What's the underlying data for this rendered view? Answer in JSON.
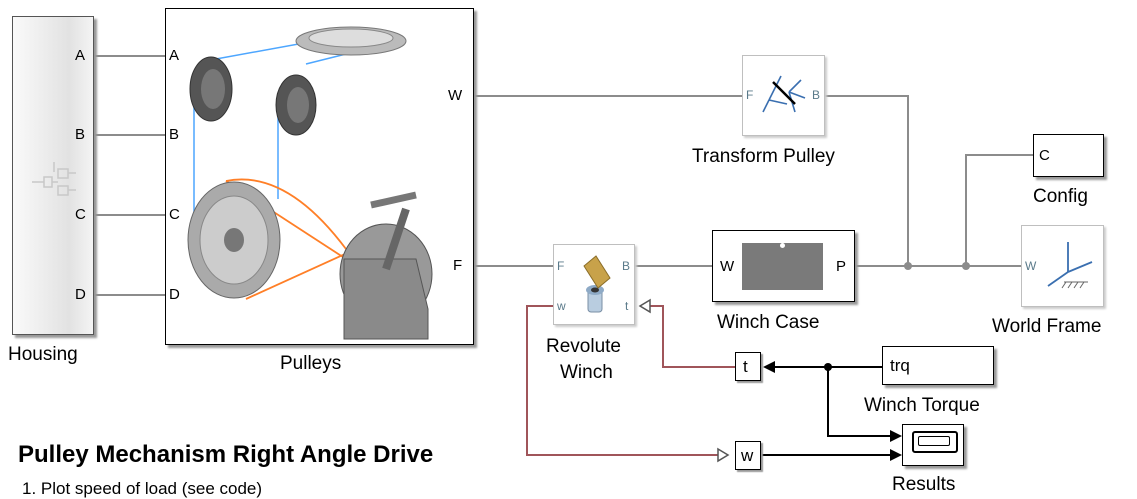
{
  "housing": {
    "label": "Housing",
    "ports": [
      "A",
      "B",
      "C",
      "D"
    ]
  },
  "pulleys": {
    "label": "Pulleys",
    "left_ports": [
      "A",
      "B",
      "C",
      "D"
    ],
    "right_ports": [
      "W",
      "F"
    ]
  },
  "transform_pulley": {
    "label": "Transform Pulley",
    "port_in": "F",
    "port_out": "B"
  },
  "config": {
    "label": "Config",
    "port": "C"
  },
  "winch_case": {
    "label": "Winch Case",
    "port_in": "W",
    "port_out": "P"
  },
  "world_frame": {
    "label": "World Frame",
    "port": "W"
  },
  "revolute_winch": {
    "label_line1": "Revolute",
    "label_line2": "Winch",
    "port_f": "F",
    "port_b": "B",
    "port_w": "w",
    "port_t": "t"
  },
  "goto_t": {
    "label": "t"
  },
  "goto_w": {
    "label": "w"
  },
  "winch_torque": {
    "label": "Winch Torque",
    "value": "trq"
  },
  "results": {
    "label": "Results"
  },
  "title": "Pulley Mechanism Right Angle Drive",
  "note": "1. Plot speed of load (see code)"
}
